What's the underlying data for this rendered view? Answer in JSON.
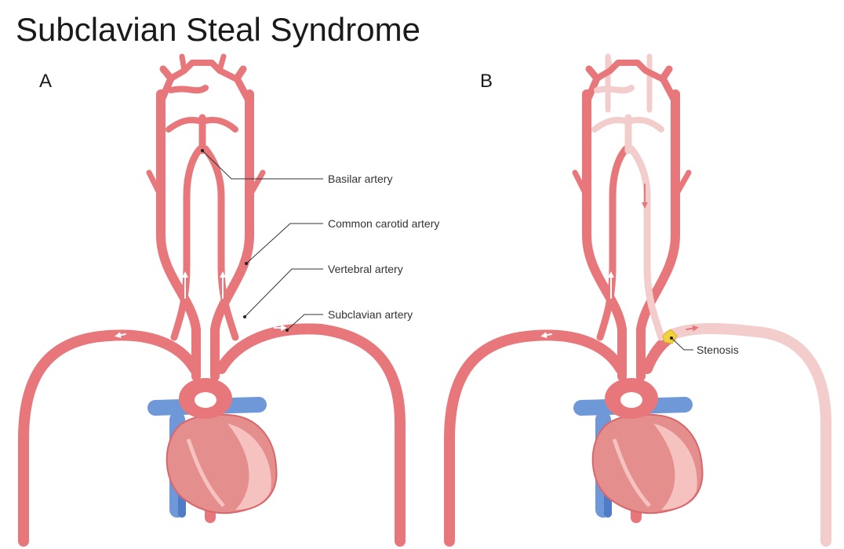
{
  "title": "Subclavian Steal Syndrome",
  "panels": [
    {
      "letter": "A",
      "labels": {
        "basilar": "Basilar artery",
        "carotid": "Common carotid artery",
        "vertebral": "Vertebral artery",
        "subclavian": "Subclavian artery"
      }
    },
    {
      "letter": "B",
      "labels": {
        "stenosis": "Stenosis"
      }
    }
  ],
  "colors": {
    "artery": "#e8777b",
    "artery_dark": "#d9666b",
    "artery_faded": "#f3cccc",
    "vein": "#6f98d8",
    "vein_dark": "#4f7cc6",
    "heart": "#e58e8e",
    "heart_light": "#f6c2c0",
    "stenosis": "#f2d23c",
    "flow_arrow": "#ffffff"
  }
}
